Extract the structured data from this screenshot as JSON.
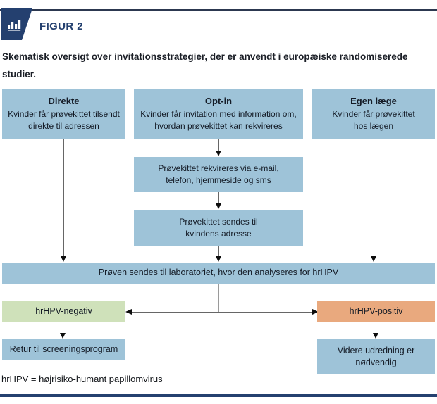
{
  "figure": {
    "label": "FIGUR 2",
    "caption": "Skematisk oversigt over invitationsstrategier, der er anvendt i europæiske randomiserede studier.",
    "footnote": "hrHPV = højrisiko-humant papillomvirus"
  },
  "diagram": {
    "strategies": [
      {
        "title": "Direkte",
        "body": "Kvinder får prøvekittet tilsendt direkte til adressen"
      },
      {
        "title": "Opt-in",
        "body": "Kvinder får invitation med information om, hvordan prøvekittet kan rekvireres"
      },
      {
        "title": "Egen læge",
        "body": "Kvinder får prøvekittet hos lægen"
      }
    ],
    "optin_steps": [
      {
        "body": "Prøvekittet rekvireres via e-mail, telefon, hjemmeside og sms"
      },
      {
        "body": "Prøvekittet sendes til kvindens adresse"
      }
    ],
    "lab": "Prøven sendes til laboratoriet, hvor den analyseres for hrHPV",
    "result_negative": "hrHPV-negativ",
    "result_positive": "hrHPV-positiv",
    "outcome_negative": "Retur til screeningsprogram",
    "outcome_positive": "Videre udredning er nødvendig"
  },
  "colors": {
    "navy": "#24406f",
    "box_blue": "#9ec3d8",
    "box_green": "#cfe1ba",
    "box_orange": "#e9a97e"
  }
}
